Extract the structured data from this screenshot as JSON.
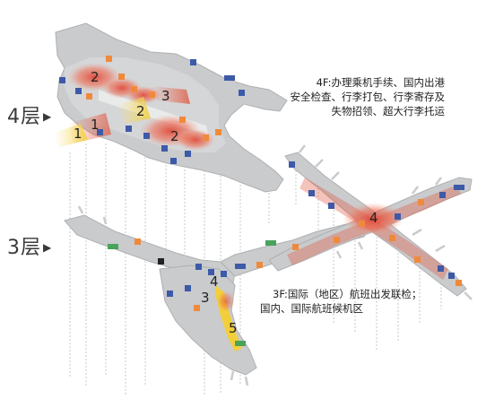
{
  "floors": {
    "upper": {
      "label": "4层",
      "arrow": "▶"
    },
    "lower": {
      "label": "3层",
      "arrow": "▶"
    }
  },
  "descriptions": {
    "f4": [
      "4F:办理乘机手续、国内出港",
      "安全检查、行李打包、行李寄存及",
      "失物招领、超大行李托运"
    ],
    "f3": [
      "3F:国际（地区）航班出发联检；",
      "国内、国际航班候机区"
    ]
  },
  "zones": {
    "f4_checkin_west": "2",
    "f4_checkin_east": "2",
    "f4_security_right": "3",
    "f4_security_mid": "2",
    "f4_entrance": "1",
    "f4_entrance2": "1",
    "f3_pier": "4",
    "f3_control": "4",
    "f3_inspection": "3",
    "f3_yellow": "5"
  },
  "colors": {
    "building": "#c9cbcd",
    "building_edge": "#b2b4b6",
    "hotspot": "#e0543c",
    "yellow": "#f2cf3a",
    "icon_blue": "#3d5aa8",
    "icon_orange": "#f08a3a",
    "icon_green": "#49a35a"
  }
}
